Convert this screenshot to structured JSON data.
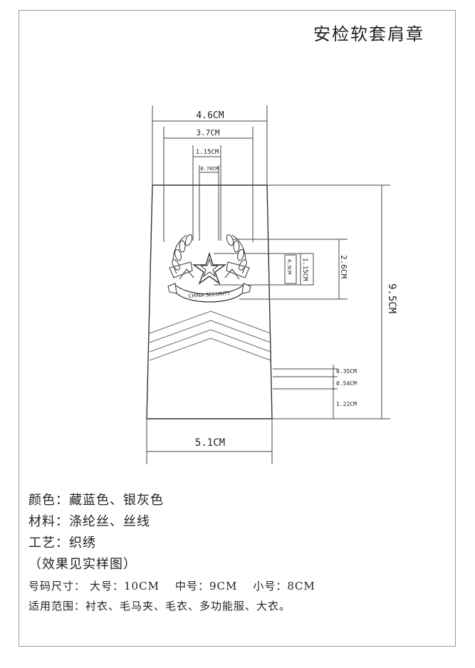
{
  "title": "安检软套肩章",
  "dimensions": {
    "top_outer": "4.6CM",
    "top_inner": "3.7CM",
    "emblem_outer": "1.15CM",
    "emblem_inner": "0.78CM",
    "bottom_width": "5.1CM",
    "total_height": "9.5CM",
    "emblem_height": "2.6CM",
    "star_height": "1.15CM",
    "star_inner": "0.9CM",
    "stripe_spacing": "0.35CM",
    "stripe_gap": "0.54CM",
    "bottom_margin": "1.22CM"
  },
  "emblem": {
    "ribbon_text": "CHINA SECURITY"
  },
  "notes": {
    "color": "颜色：藏蓝色、银灰色",
    "material": "材料：涤纶丝、丝线",
    "process": "工艺：织绣",
    "effect": "（效果见实样图）",
    "size_label": "号码尺寸：",
    "size_large": "大号：10CM",
    "size_medium": "中号：9CM",
    "size_small": "小号：8CM",
    "usage": "适用范围：衬衣、毛马夹、毛衣、多功能服、大衣。"
  }
}
